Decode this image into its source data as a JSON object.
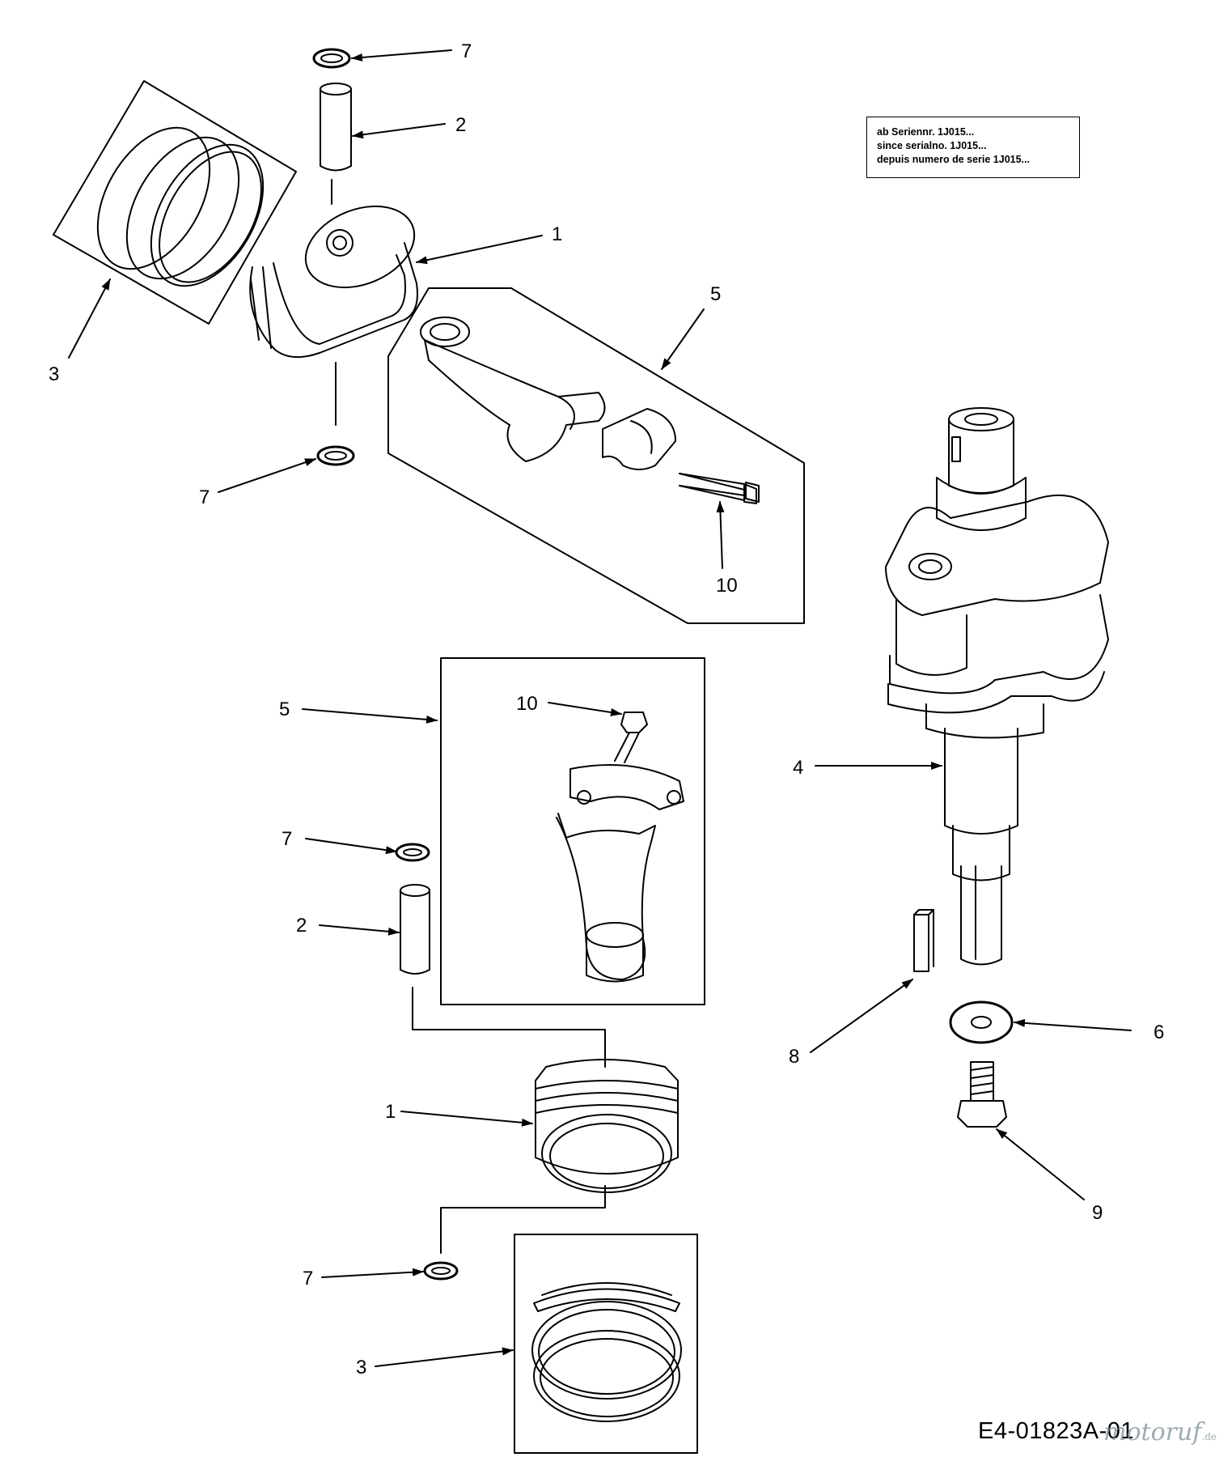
{
  "figure": {
    "serial_note": [
      "ab Seriennr. 1J015...",
      "since serialno. 1J015...",
      "depuis numero de serie 1J015..."
    ],
    "drawing_number": "E4-01823A-01",
    "watermark": "motoruf",
    "watermark_suffix": ".de"
  },
  "callouts": {
    "top_piston": "1",
    "top_pin": "2",
    "top_rings": "3",
    "top_conrod": "5",
    "top_clip_upper": "7",
    "top_clip_lower": "7",
    "top_bolt": "10",
    "crankshaft": "4",
    "washer": "6",
    "key": "8",
    "crank_bolt": "9",
    "bottom_conrod": "5",
    "bottom_bolt": "10",
    "bottom_clip_upper": "7",
    "bottom_pin": "2",
    "bottom_piston": "1",
    "bottom_clip_lower": "7",
    "bottom_rings": "3"
  },
  "icons": {
    "arrows": "arrow-icon",
    "piston": "piston-icon",
    "rings": "piston-ring-icon",
    "conrod": "connecting-rod-icon",
    "crankshaft": "crankshaft-icon",
    "bolt": "bolt-icon",
    "washer": "washer-icon",
    "clip": "circlip-icon",
    "pin": "piston-pin-icon",
    "key": "woodruff-key-icon"
  }
}
